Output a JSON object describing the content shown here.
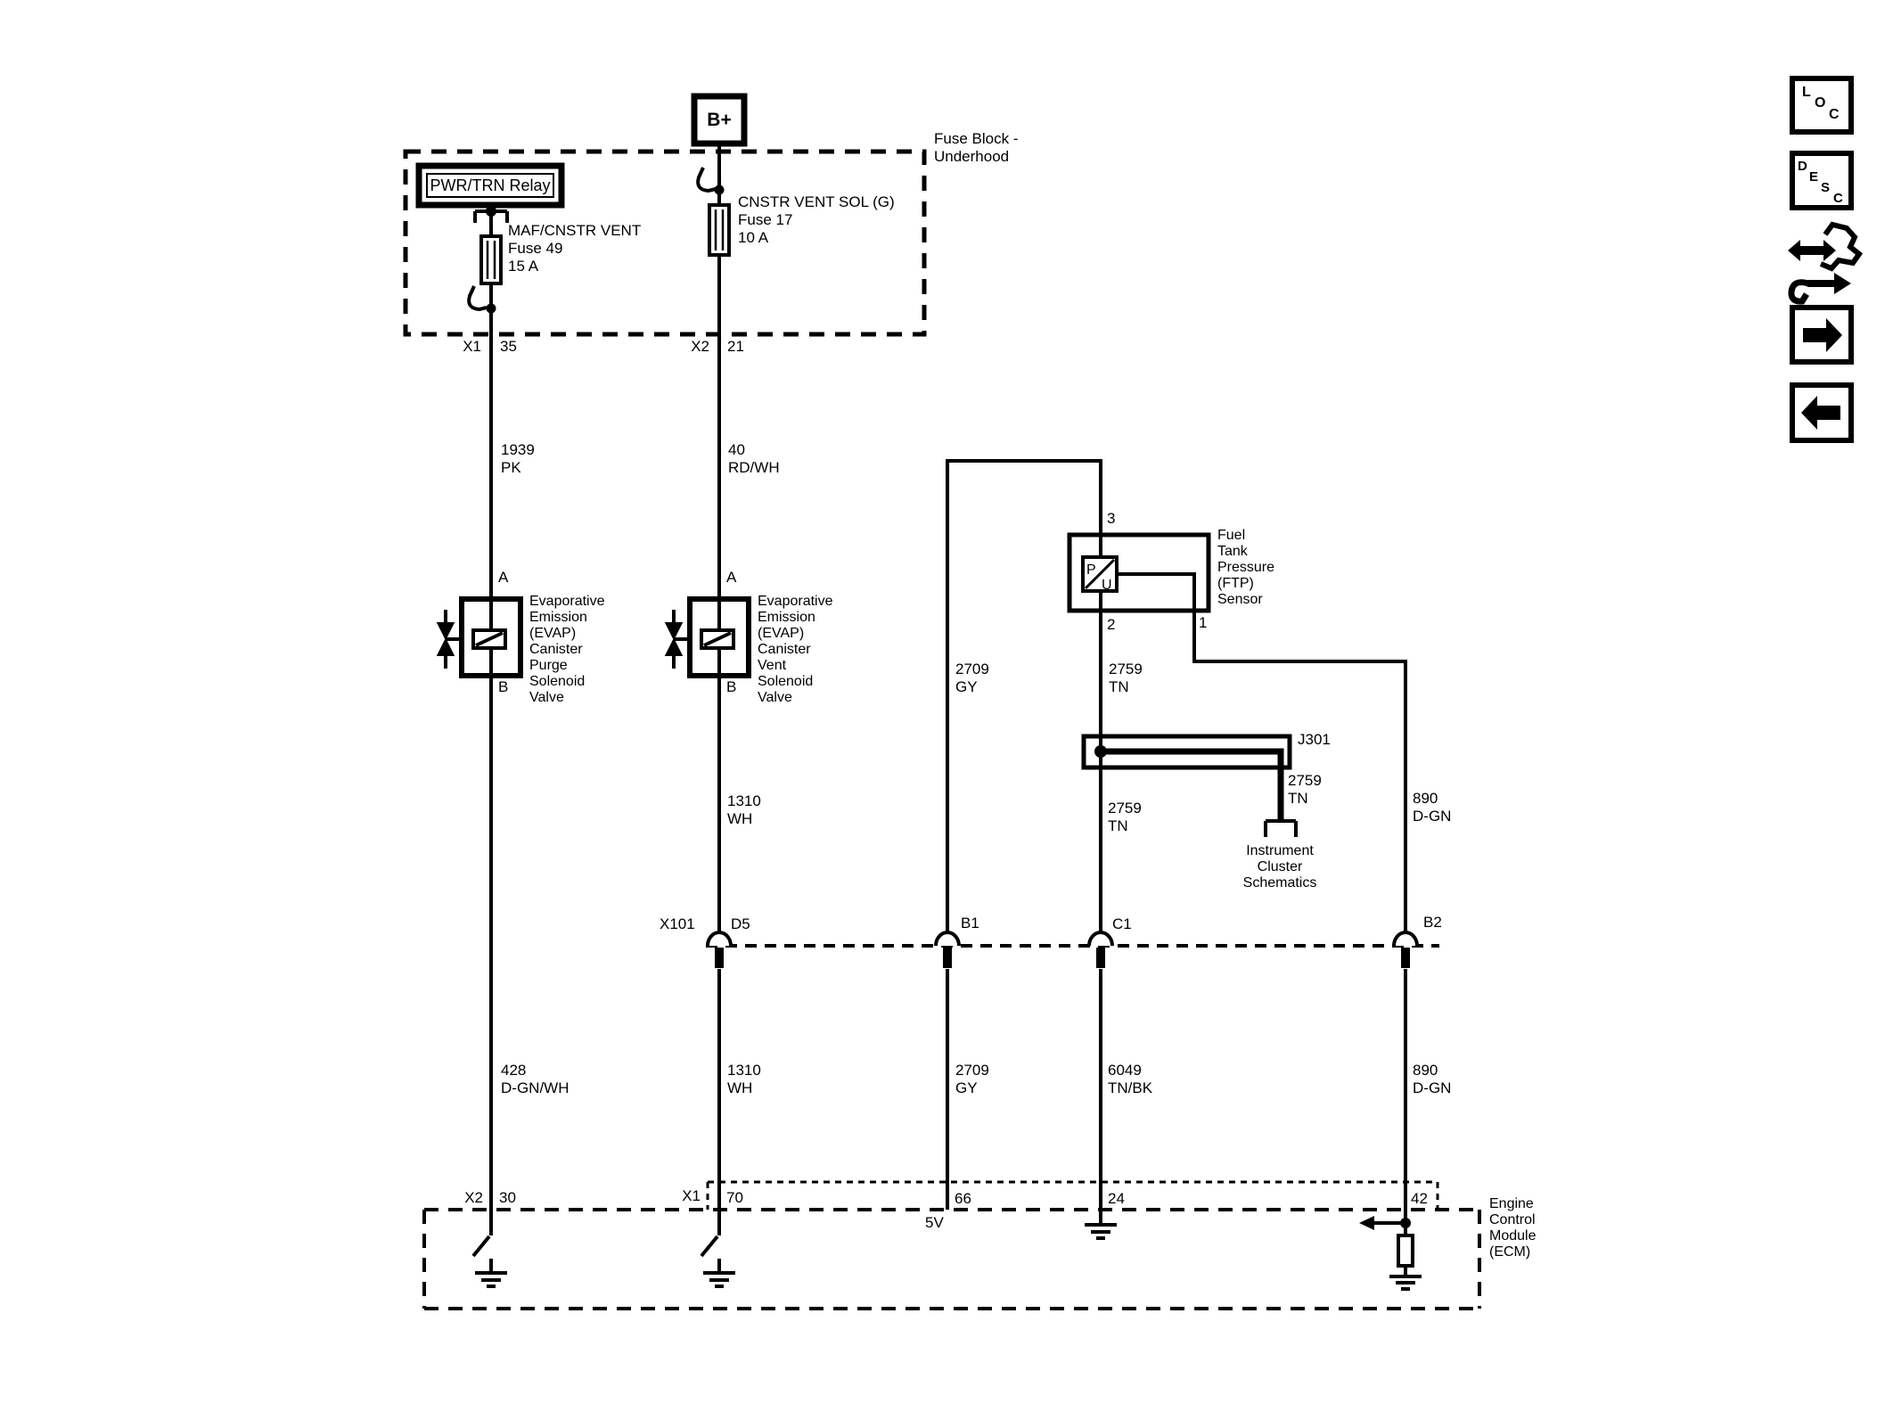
{
  "diagram": {
    "power": {
      "battery": "B+",
      "fuse_block": "Fuse Block -\nUnderhood",
      "relay": "PWR/TRN Relay",
      "fuse49": "MAF/CNSTR VENT\nFuse 49\n15 A",
      "fuse17": "CNSTR VENT SOL (G)\nFuse 17\n10 A",
      "conn_left": {
        "name": "X1",
        "pin": "35"
      },
      "conn_right": {
        "name": "X2",
        "pin": "21"
      }
    },
    "wires": {
      "pk": "1939\nPK",
      "rdwh": "40\nRD/WH",
      "wh_upper": "1310\nWH",
      "gy_upper": "2709\nGY",
      "tn_upper": "2759\nTN",
      "tn_splice": "2759\nTN",
      "tn_lower": "2759\nTN",
      "dgn_upper": "890\nD-GN",
      "dgnwh": "428\nD-GN/WH",
      "wh_lower": "1310\nWH",
      "gy_lower": "2709\nGY",
      "tnbk": "6049\nTN/BK",
      "dgn_lower": "890\nD-GN"
    },
    "purge_valve": {
      "pin_a": "A",
      "pin_b": "B",
      "label": "Evaporative\nEmission\n(EVAP)\nCanister\nPurge\nSolenoid\nValve"
    },
    "vent_valve": {
      "pin_a": "A",
      "pin_b": "B",
      "label": "Evaporative\nEmission\n(EVAP)\nCanister\nVent\nSolenoid\nValve"
    },
    "ftp_sensor": {
      "pin_3": "3",
      "pin_2": "2",
      "pin_1": "1",
      "p": "P",
      "u": "U",
      "label": "Fuel\nTank\nPressure\n(FTP)\nSensor"
    },
    "splice": {
      "label": "J301"
    },
    "offpage": {
      "label": "Instrument\nCluster\nSchematics"
    },
    "x101": {
      "label": "X101",
      "pin_d5": "D5",
      "pin_b1": "B1",
      "pin_c1": "C1",
      "pin_b2": "B2"
    },
    "ecm": {
      "label": "Engine\nControl\nModule\n(ECM)",
      "conn_30": {
        "name": "X2",
        "pin": "30"
      },
      "conn_70": {
        "name": "X1",
        "pin": "70"
      },
      "pin_66": "66",
      "pin_24": "24",
      "pin_42": "42",
      "ref_5v": "5V"
    }
  },
  "toolbar": {
    "loc": [
      "L",
      "O",
      "C"
    ],
    "desc": [
      "D",
      "E",
      "S",
      "C"
    ]
  },
  "colors": {
    "ink": "#000000",
    "paper": "#ffffff"
  }
}
